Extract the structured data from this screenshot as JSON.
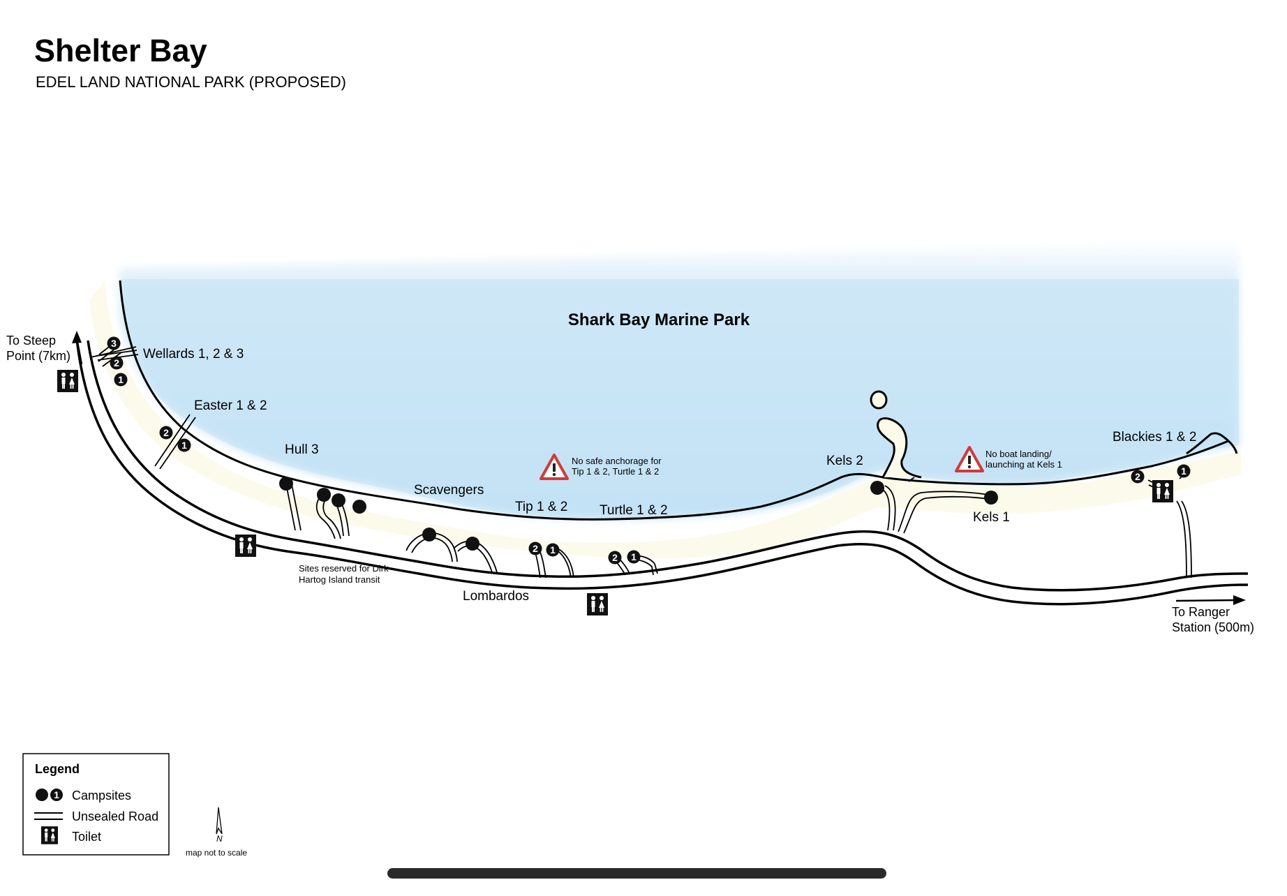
{
  "title": "Shelter Bay",
  "subtitle": "EDEL LAND NATIONAL PARK (PROPOSED)",
  "water_label": "Shark Bay Marine Park",
  "direction_labels": {
    "steep_point_line1": "To Steep",
    "steep_point_line2": "Point (7km)",
    "ranger_line1": "To Ranger",
    "ranger_line2": "Station (500m)"
  },
  "site_labels": {
    "wellards": "Wellards 1, 2 & 3",
    "easter": "Easter 1 & 2",
    "hull": "Hull 3",
    "scavengers": "Scavengers",
    "tip": "Tip 1 & 2",
    "turtle": "Turtle 1 & 2",
    "lombardos": "Lombardos",
    "kels2": "Kels 2",
    "kels1": "Kels 1",
    "blackies": "Blackies 1 & 2"
  },
  "notes": {
    "dirk_line1": "Sites reserved for Dirk",
    "dirk_line2": "Hartog Island transit",
    "anchorage_line1": "No safe anchorage for",
    "anchorage_line2": "Tip 1 & 2, Turtle 1 & 2",
    "boat_line1": "No boat landing/",
    "boat_line2": "launching at Kels 1"
  },
  "markers": {
    "one": "1",
    "two": "2",
    "three": "3",
    "north": "N"
  },
  "legend": {
    "title": "Legend",
    "campsites": "Campsites",
    "road": "Unsealed Road",
    "toilet": "Toilet"
  },
  "scale_note": "map not to scale",
  "colors": {
    "water": "#c9e5f5",
    "shore": "#fcfaea",
    "warning": "#d0393a",
    "road": "#000000"
  },
  "icons": [
    "campsite-icon",
    "numbered-campsite-icon",
    "toilet-icon",
    "warning-icon",
    "north-arrow-icon",
    "direction-arrow-icon"
  ]
}
